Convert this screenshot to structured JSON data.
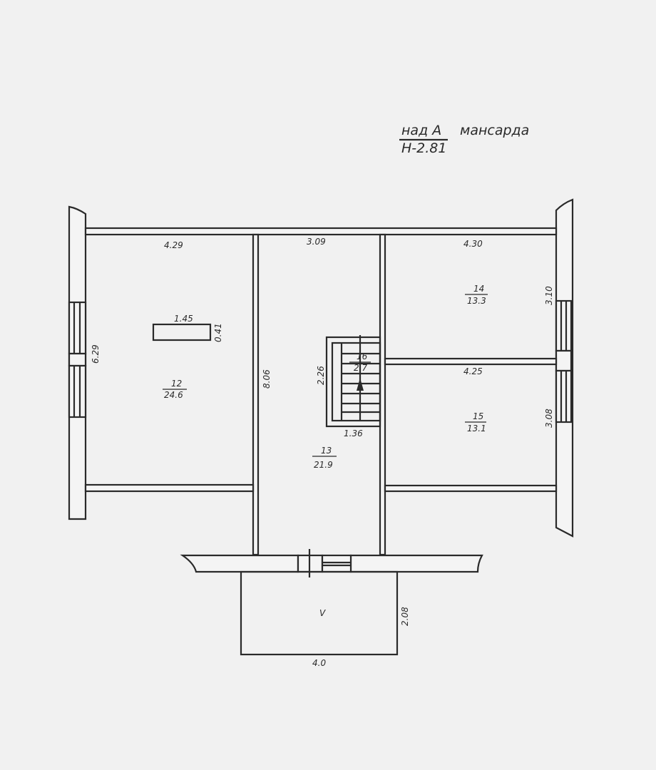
{
  "title": {
    "line1": "над А",
    "line2": "мансарда",
    "height": "Н-2.81"
  },
  "dimensions": {
    "top_left": "4.29",
    "top_mid": "3.09",
    "top_right": "4.30",
    "left_height": "6.29",
    "corridor_length": "8.06",
    "fixture_width": "1.45",
    "fixture_depth": "0.41",
    "stair_height": "2.26",
    "stair_width": "1.36",
    "room14_height": "3.10",
    "room15_height": "3.08",
    "room15_width": "4.25",
    "porch_height": "2.08",
    "porch_width": "4.0"
  },
  "rooms": [
    {
      "number": "12",
      "area": "24.6"
    },
    {
      "number": "13",
      "area": "21.9"
    },
    {
      "number": "14",
      "area": "13.3"
    },
    {
      "number": "15",
      "area": "13.1"
    },
    {
      "number": "16",
      "area": "2.7"
    }
  ],
  "porch_label": "V"
}
